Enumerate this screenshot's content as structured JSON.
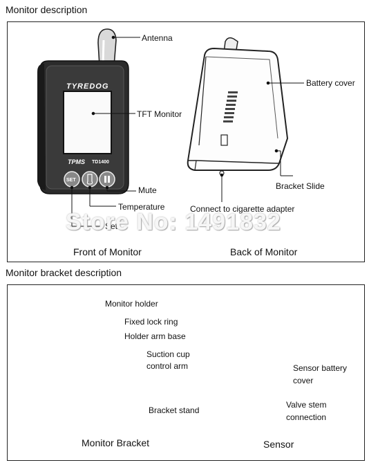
{
  "section1": {
    "title": "Monitor description",
    "labels": {
      "antenna": "Antenna",
      "tft_monitor": "TFT Monitor",
      "mute": "Mute",
      "temperature": "Temperature",
      "set": "Set",
      "battery_cover": "Battery cover",
      "bracket_slide": "Bracket Slide",
      "connect": "Connect to cigarette adapter"
    },
    "device": {
      "brand": "TYREDOG",
      "model_prefix": "TPMS",
      "model_number": "TD1400",
      "set_button": "SET"
    },
    "captions": {
      "front": "Front of Monitor",
      "back": "Back of Monitor"
    },
    "watermark": "Store No: 1491832"
  },
  "section2": {
    "title": "Monitor bracket description",
    "labels": {
      "monitor_holder": "Monitor holder",
      "fixed_lock_ring": "Fixed lock ring",
      "holder_arm_base": "Holder arm base",
      "suction_cup_1": "Suction cup",
      "suction_cup_2": "control arm",
      "bracket_stand": "Bracket stand",
      "sensor_battery_1": "Sensor battery",
      "sensor_battery_2": "cover",
      "valve_stem_1": "Valve stem",
      "valve_stem_2": "connection"
    },
    "captions": {
      "bracket": "Monitor Bracket",
      "sensor": "Sensor"
    }
  }
}
